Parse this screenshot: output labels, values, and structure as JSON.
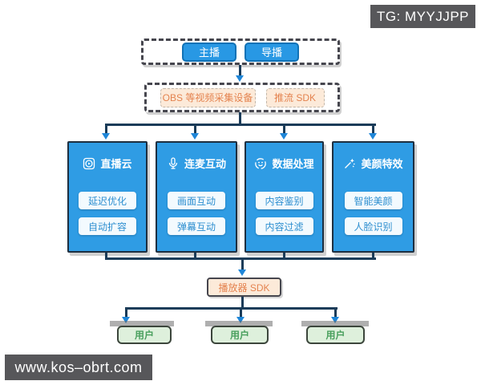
{
  "watermarks": {
    "top_right": "TG: MYYJJPP",
    "bottom_left": "www.kos–obrt.com"
  },
  "diagram": {
    "sources": [
      {
        "label": "主播"
      },
      {
        "label": "导播"
      }
    ],
    "capture": [
      {
        "label": "OBS 等视频采集设备"
      },
      {
        "label": "推流 SDK"
      }
    ],
    "services": [
      {
        "title": "直播云",
        "icon": "video-icon",
        "items": [
          "延迟优化",
          "自动扩容"
        ]
      },
      {
        "title": "连麦互动",
        "icon": "mic-icon",
        "items": [
          "画面互动",
          "弹幕互动"
        ]
      },
      {
        "title": "数据处理",
        "icon": "smiley-icon",
        "items": [
          "内容鉴别",
          "内容过滤"
        ]
      },
      {
        "title": "美颜特效",
        "icon": "wand-icon",
        "items": [
          "智能美颜",
          "人脸识别"
        ]
      }
    ],
    "player": {
      "label": "播放器 SDK"
    },
    "users": [
      {
        "label": "用户"
      },
      {
        "label": "用户"
      },
      {
        "label": "用户"
      }
    ]
  },
  "colors": {
    "panel_blue": "#2f9ce4",
    "button_blue": "#2898e4",
    "button_border": "#1172b6",
    "line_navy": "#1b3c59",
    "arrow_blue": "#1f86d8",
    "peach_bg": "#fcead9",
    "peach_text": "#e4834f",
    "green_bg": "#def0dc",
    "green_text": "#4aa05e",
    "badge_gray": "#57575a"
  }
}
